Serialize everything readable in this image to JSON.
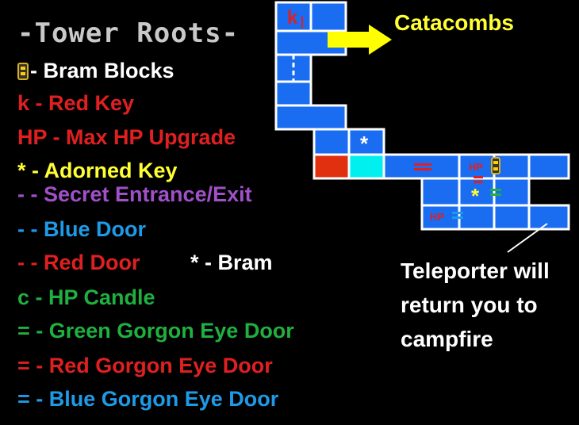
{
  "title": "-Tower Roots-",
  "legend": {
    "bram_blocks": "- Bram Blocks",
    "red_key": "k - Red Key",
    "max_hp": "HP - Max HP Upgrade",
    "adorned_key": "* - Adorned Key",
    "secret": "- - Secret Entrance/Exit",
    "blue_door": "- - Blue Door",
    "red_door": "- - Red Door",
    "bram": "* - Bram",
    "hp_candle": "c - HP Candle",
    "green_gorgon": "= - Green Gorgon Eye Door",
    "red_gorgon": "= - Red Gorgon Eye Door",
    "blue_gorgon": "= - Blue Gorgon Eye Door"
  },
  "map": {
    "catacombs_label": "Catacombs",
    "red_key_marker": "k",
    "hp_marker_1": "HP",
    "hp_marker_2": "HP",
    "bram_marker": "*",
    "adorned_marker": "*",
    "teleporter_note": "Teleporter will return you to campfire"
  },
  "colors": {
    "room_blue": "#1a6cf0",
    "red": "#e02020",
    "yellow": "#ffff33",
    "purple": "#a050c8",
    "sky_blue": "#1e9be8",
    "green": "#20b040",
    "red_room": "#e03010",
    "cyan_room": "#00f0f0",
    "title_gray": "#c9c9c9"
  }
}
